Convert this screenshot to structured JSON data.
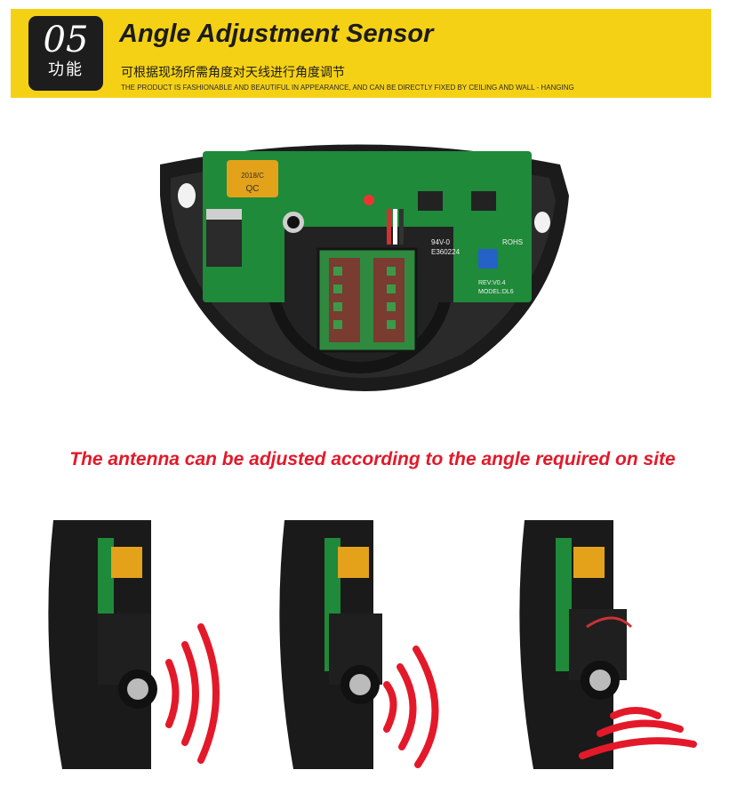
{
  "header": {
    "badge_number": "05",
    "badge_label": "功能",
    "title": "Angle Adjustment Sensor",
    "subtitle_cn": "可根据现场所需角度对天线进行角度调节",
    "subtitle_en": "THE PRODUCT IS FASHIONABLE AND BEAUTIFUL IN APPEARANCE, AND CAN BE DIRECTLY FIXED BY CEILING AND WALL - HANGING",
    "banner_color": "#f5d116"
  },
  "board": {
    "labels": [
      "2018/C",
      "QC",
      "94V-0",
      "E360224",
      "ROHS",
      "REV:V0.4",
      "MODEL:DL6"
    ]
  },
  "caption": "The antenna can be adjusted according to the angle required on site",
  "colors": {
    "caption": "#e3192a",
    "waves": "#e3192a",
    "pcb": "#1f8a3a"
  },
  "views": [
    {
      "label": "angle-view-1",
      "wave_direction": "right"
    },
    {
      "label": "angle-view-2",
      "wave_direction": "right-down"
    },
    {
      "label": "angle-view-3",
      "wave_direction": "down"
    }
  ]
}
